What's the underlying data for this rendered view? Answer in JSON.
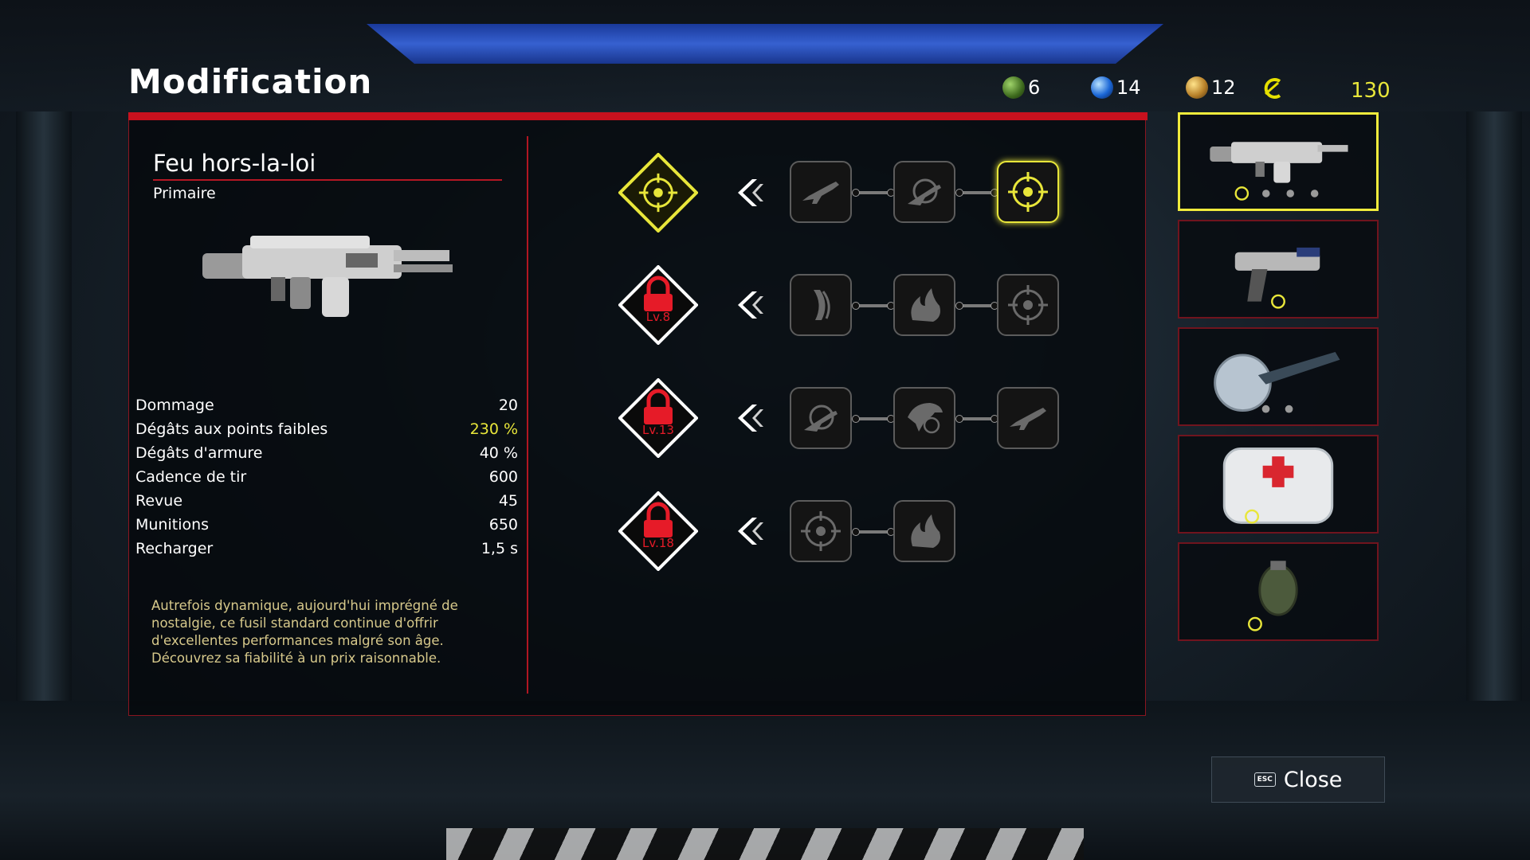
{
  "header": {
    "title": "Modification"
  },
  "resources": [
    {
      "icon": "green-crystal-icon",
      "value": "6"
    },
    {
      "icon": "blue-crystal-icon",
      "value": "14"
    },
    {
      "icon": "gold-crystal-icon",
      "value": "12"
    }
  ],
  "credits": {
    "icon": "credit-icon",
    "value": "130"
  },
  "weapon": {
    "name": "Feu hors-la-loi",
    "type": "Primaire",
    "stats": [
      {
        "label": "Dommage",
        "value": "20"
      },
      {
        "label": "Dégâts aux points faibles",
        "value": "230 %"
      },
      {
        "label": "Dégâts d'armure",
        "value": "40 %"
      },
      {
        "label": "Cadence de tir",
        "value": "600"
      },
      {
        "label": "Revue",
        "value": "45"
      },
      {
        "label": "Munitions",
        "value": "650"
      },
      {
        "label": "Recharger",
        "value": "1,5 s"
      }
    ],
    "description": "Autrefois dynamique, aujourd'hui imprégné de nostalgie, ce fusil standard continue d'offrir d'excellentes performances malgré son âge. Découvrez sa fiabilité à un prix raisonnable."
  },
  "upgrade_tree": [
    {
      "slot": "unlocked-target-icon",
      "level": "",
      "nodes": [
        "rifle-icon",
        "crosshair-rifle-icon",
        "target-icon"
      ],
      "active_node": 2
    },
    {
      "slot": "lock-icon",
      "level": "Lv.8",
      "nodes": [
        "magazine-icon",
        "fire-bullets-icon",
        "target-icon"
      ],
      "active_node": -1
    },
    {
      "slot": "lock-icon",
      "level": "Lv.13",
      "nodes": [
        "crosshair-rifle-icon",
        "eagle-icon",
        "rifle-icon"
      ],
      "active_node": -1
    },
    {
      "slot": "lock-icon",
      "level": "Lv.18",
      "nodes": [
        "target-icon",
        "fire-bullets-icon"
      ],
      "active_node": -1
    }
  ],
  "equipment": [
    {
      "name": "primary-rifle",
      "selected": true
    },
    {
      "name": "pistol",
      "selected": false
    },
    {
      "name": "saw-blade",
      "selected": false
    },
    {
      "name": "med-kit",
      "selected": false
    },
    {
      "name": "grenade",
      "selected": false
    }
  ],
  "footer": {
    "esc_label": "ESC",
    "close_label": "Close"
  },
  "colors": {
    "accent_red": "#c8111e",
    "highlight_yellow": "#e8e63a",
    "desc_text": "#d7c98b"
  }
}
